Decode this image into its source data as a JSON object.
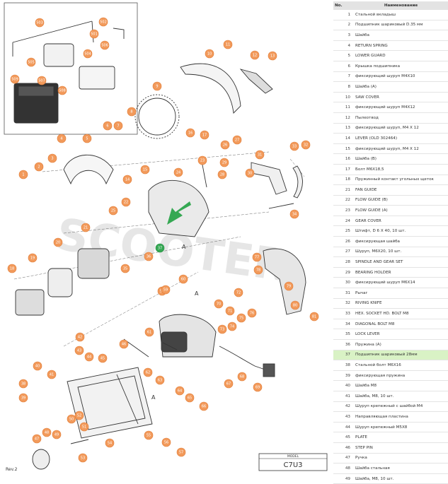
{
  "table": {
    "col_no": "No.",
    "col_name": "Наименование",
    "rows": [
      {
        "no": "1",
        "name": "Стальной вкладыш"
      },
      {
        "no": "2",
        "name": "Подшипник шариковый D.35 мм"
      },
      {
        "no": "3",
        "name": "Шайба"
      },
      {
        "no": "4",
        "name": "RETURN SPRING"
      },
      {
        "no": "5",
        "name": "LOWER GUARD"
      },
      {
        "no": "6",
        "name": "Крышка подшипника"
      },
      {
        "no": "7",
        "name": "фиксирующий шуруп M4X10"
      },
      {
        "no": "8",
        "name": "Шайба (A)"
      },
      {
        "no": "10",
        "name": "SAW COVER"
      },
      {
        "no": "11",
        "name": "фиксирующий шуруп M4X12"
      },
      {
        "no": "12",
        "name": "Пылеотвод"
      },
      {
        "no": "13",
        "name": "фиксирующий шуруп, M4 X 12"
      },
      {
        "no": "14",
        "name": "LEVER (OLD 302464)"
      },
      {
        "no": "15",
        "name": "фиксирующий шуруп, M4 X 12"
      },
      {
        "no": "16",
        "name": "Шайба (B)"
      },
      {
        "no": "17",
        "name": "Болт M6X18,5"
      },
      {
        "no": "18",
        "name": "Пружинный контакт угольных щеток"
      },
      {
        "no": "21",
        "name": "FAN GUIDE"
      },
      {
        "no": "22",
        "name": "FLOW GUIDE (B)"
      },
      {
        "no": "23",
        "name": "FLOW GUIDE (A)"
      },
      {
        "no": "24",
        "name": "GEAR COVER"
      },
      {
        "no": "25",
        "name": "Штифт, D 6 X 40, 10 шт."
      },
      {
        "no": "26",
        "name": "фиксирующая шайба"
      },
      {
        "no": "27",
        "name": "Шуруп, M6X20, 10 шт."
      },
      {
        "no": "28",
        "name": "SPINDLE AND GEAR SET"
      },
      {
        "no": "29",
        "name": "BEARING HOLDER"
      },
      {
        "no": "30",
        "name": "фиксирующий шуруп M6X14"
      },
      {
        "no": "31",
        "name": "Рычаг"
      },
      {
        "no": "32",
        "name": "RIVING KNIFE"
      },
      {
        "no": "33",
        "name": "HEX. SOCKET HD. BOLT M8"
      },
      {
        "no": "34",
        "name": "DIAGONAL BOLT M8"
      },
      {
        "no": "35",
        "name": "LOCK LEVER"
      },
      {
        "no": "36",
        "name": "Пружина (A)"
      },
      {
        "no": "37",
        "name": "Подшипник шариковый 28мм"
      },
      {
        "no": "38",
        "name": "Стальной болт M6X16"
      },
      {
        "no": "39",
        "name": "фиксирующая пружина"
      },
      {
        "no": "40",
        "name": "Шайба M8"
      },
      {
        "no": "41",
        "name": "Шайба, M8, 10 шт."
      },
      {
        "no": "42",
        "name": "Шуруп крепежный с шайбой M4"
      },
      {
        "no": "43",
        "name": "Направляющая пластина"
      },
      {
        "no": "44",
        "name": "Шуруп крепежный M5X8"
      },
      {
        "no": "45",
        "name": "PLATE"
      },
      {
        "no": "46",
        "name": "STEP PIN"
      },
      {
        "no": "47",
        "name": "Ручка"
      },
      {
        "no": "48",
        "name": "Шайба стальная"
      },
      {
        "no": "49",
        "name": "Шайба, M8, 10 шт."
      }
    ],
    "highlight_no": "37"
  },
  "diagram": {
    "model_label": "MODEL",
    "model_value": "C7U3",
    "revision": "Rev.2",
    "watermark": "SCOOTER",
    "section_labels": {
      "a1": "A",
      "a2": "A",
      "a3": "A"
    },
    "callout_numbers": [
      "503",
      "502",
      "501",
      "504",
      "505",
      "506",
      "507",
      "508",
      "509",
      "9",
      "10",
      "11",
      "12",
      "13",
      "1",
      "2",
      "3",
      "4",
      "5",
      "6",
      "7",
      "8",
      "14",
      "15",
      "16",
      "17",
      "19",
      "20",
      "21",
      "22",
      "23",
      "24",
      "25",
      "26",
      "27",
      "28",
      "29",
      "30",
      "31",
      "32",
      "33",
      "34",
      "35",
      "36",
      "37",
      "38",
      "39",
      "40",
      "41",
      "42",
      "43",
      "44",
      "45",
      "46",
      "47",
      "48",
      "49",
      "50",
      "51",
      "52",
      "53",
      "54",
      "55",
      "56",
      "57",
      "58",
      "59",
      "60",
      "61",
      "62",
      "63",
      "64",
      "65",
      "66",
      "67",
      "68",
      "69",
      "70",
      "71",
      "72",
      "73",
      "74",
      "75",
      "76",
      "77",
      "78",
      "79",
      "80",
      "81",
      "18"
    ],
    "highlight_callout": "37",
    "colors": {
      "callout": "#f29a5b",
      "highlight": "#35a853",
      "row_highlight": "#d9f2c5"
    }
  }
}
